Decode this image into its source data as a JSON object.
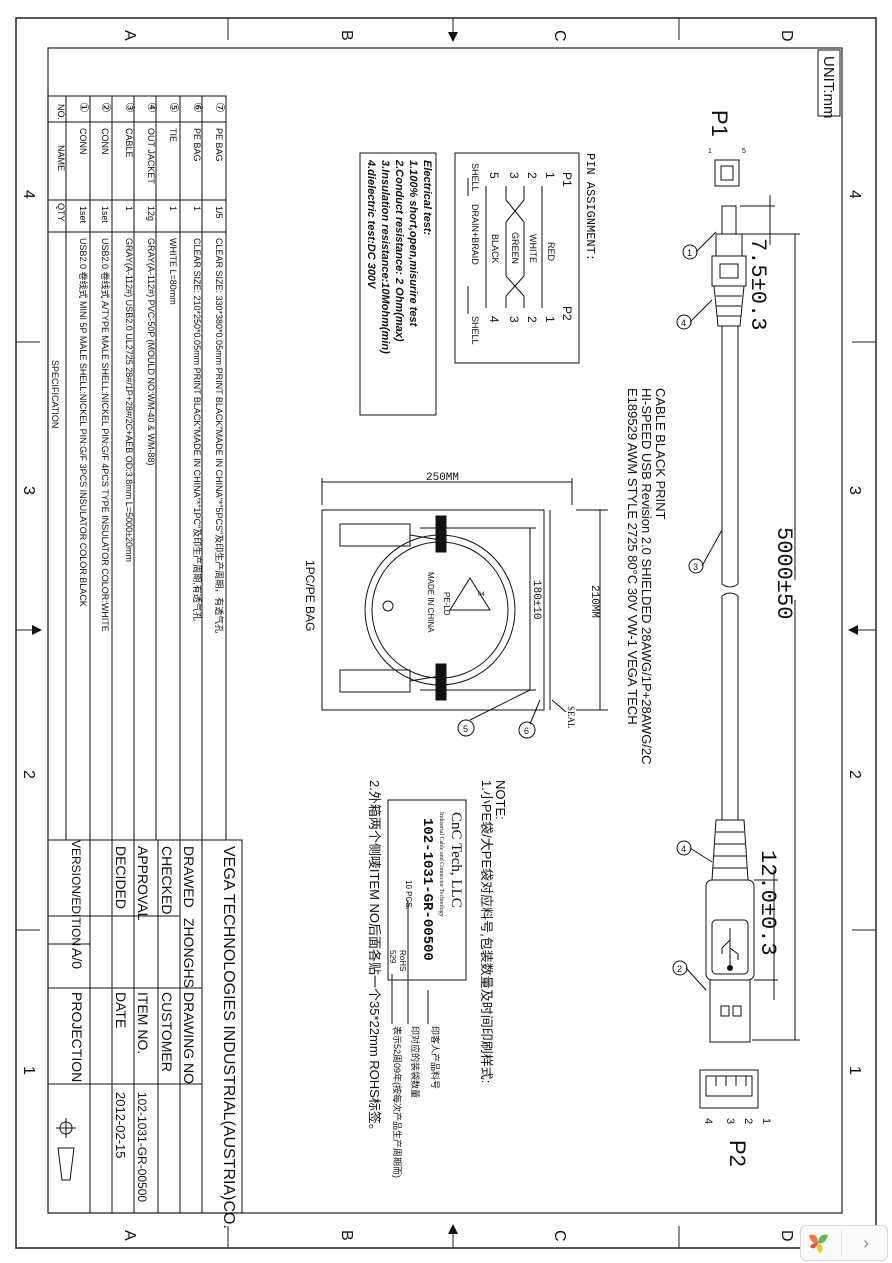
{
  "frame": {
    "zone_letters": [
      "A",
      "B",
      "C",
      "D"
    ],
    "zone_numbers": [
      "4",
      "3",
      "2",
      "1"
    ]
  },
  "unit_label": "UNIT:mm",
  "plugs": {
    "p1": "P1",
    "p2": "P2"
  },
  "p1_face_pins": [
    "1",
    "5"
  ],
  "p2_face_pins": [
    "1",
    "2",
    "3",
    "4"
  ],
  "dimensions": {
    "p1_width": "7.5±0.3",
    "p2_width": "12.0±0.3",
    "length": "5000±50",
    "bag_width": "250MM",
    "bag_height": "210MM",
    "coil_diameter": "180±10"
  },
  "cable_print": [
    "CABLE BLACK PRINT",
    "HI-SPEED USB Revision 2.0 SHIELDED 28AWG/1P+28AWG/2C",
    "E189529      AWM STYLE 2725 80°C 30V VW-1 VEGA TECH"
  ],
  "callouts": [
    "1",
    "2",
    "3",
    "4",
    "5",
    "6"
  ],
  "bag_title": "1PC/PE BAG",
  "seal_label": "SEAL",
  "recycle": {
    "code": "04",
    "material": "PE-LD",
    "origin": "MADE IN CHINA"
  },
  "pin_assignment": {
    "title": "PIN ASSIGNMENT:",
    "p1_label": "P1",
    "p2_label": "P2",
    "p1_pins": [
      "1",
      "2",
      "3",
      "5"
    ],
    "p2_pins": [
      "1",
      "2",
      "3",
      "4"
    ],
    "wires": [
      "RED",
      "WHITE",
      "GREEN",
      "BLACK"
    ],
    "shell_left": "SHELL",
    "shell_right": "SHELL",
    "drain": "DRAIN+BRAID"
  },
  "electrical_test": {
    "title": "Electrical test:",
    "lines": [
      "1.100% short,open,misurire test",
      "2.Conduct resistance: 2 Ohm(max)",
      "3.Insulation resistance:10Mohm(min)",
      "4.dielectric test:DC 300V"
    ]
  },
  "note": {
    "title": "NOTE:",
    "line1": "1.小PE袋/大PE袋对应料号,包装数量及时间印刷样式:",
    "line2": "2.外箱两个侧唛ITEM NO后面各贴一个35*22mm ROHS标签。"
  },
  "label": {
    "company": "CnC Tech, LLC",
    "sub": "Industrial Cable and Connector Technology",
    "part": "102-1031-GR-00500",
    "qty": "10 PCS.",
    "rohs": "RoHS",
    "date_code": "529",
    "arrow_notes": [
      "印客人产品料号",
      "印对应的装袋数量",
      "表示52周09年(按每次产品生产周期而)"
    ]
  },
  "bom": {
    "headers": {
      "no": "NO.",
      "name": "NAME",
      "qty": "QTY",
      "spec": "SPECIFICATION"
    },
    "rows": [
      {
        "no": "⑦",
        "name": "PE BAG",
        "qty": "1/5",
        "spec": "CLEAR SIZE: 330*380*0.05mm PRINT BLACK\"MADE IN CHINA\"*\"5PCS\"及印生产周期，有透气孔"
      },
      {
        "no": "⑥",
        "name": "PE BAG",
        "qty": "1",
        "spec": "CLEAR SIZE: 210*250*0.05mm PRINT BLACK\"MADE IN CHINA\"*\"1PC\"及印生产周期,有透气孔"
      },
      {
        "no": "⑤",
        "name": "TIE",
        "qty": "1",
        "spec": "WHITE  L=80mm"
      },
      {
        "no": "④",
        "name": "OUT JACKET",
        "qty": "12g",
        "spec": "GRAY(A-112#)  PVC-50P (MOULD NO:WM-40 & WM-88)"
      },
      {
        "no": "③",
        "name": "CABLE",
        "qty": "1",
        "spec": "GRAY(A-112#) USB2.0 UL2725 28#/1P+28#/2C+AEB OD:3.8mm L=5000±20mm"
      },
      {
        "no": "②",
        "name": "CONN",
        "qty": "1set",
        "spec": "USB2.0 卷线式 A/TYPE MALE SHELL:NICKEL PIN:G/F 4PCS TYPE INSULATOR COLOR:WHITE"
      },
      {
        "no": "①",
        "name": "CONN",
        "qty": "1set",
        "spec": "USB2.0 卷线式 MINI 5P MALE SHELL:NICKEL PIN:G/F 3PCS INSULATOR COLOR:BLACK"
      }
    ]
  },
  "title_block": {
    "company": "VEGA TECHNOLOGIES INDUSTRIAL(AUSTRIA)CO.",
    "drawed_label": "DRAWED",
    "drawed_value": "ZHONGHS",
    "drawing_no_label": "DRAWING NO",
    "checked_label": "CHECKED",
    "customer_label": "CUSTOMER",
    "approval_label": "APPROVAL",
    "item_no_label": "ITEM NO.",
    "item_no_value": "102-1031-GR-00500",
    "decided_label": "DECIDED",
    "date_label": "DATE",
    "date_value": "2012-02-15",
    "version_label": "VERSION/EDITION",
    "version_value": "A/0",
    "projection_label": "PROJECTION"
  },
  "colors": {
    "ink": "#111111",
    "frame": "#222222"
  }
}
